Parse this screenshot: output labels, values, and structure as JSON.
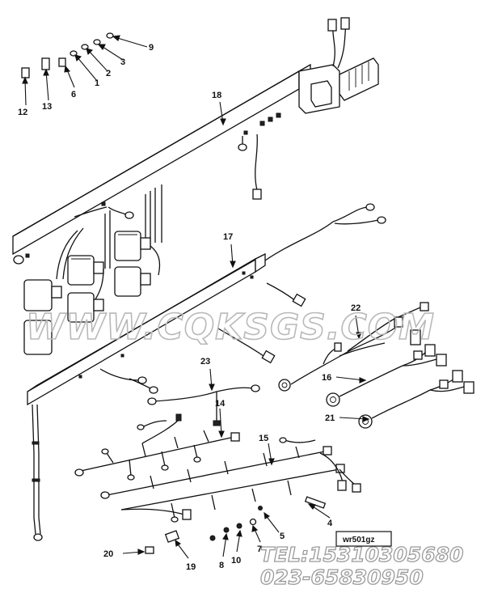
{
  "diagram": {
    "callouts": [
      {
        "id": "c1",
        "label": "1"
      },
      {
        "id": "c2",
        "label": "2"
      },
      {
        "id": "c3",
        "label": "3"
      },
      {
        "id": "c4",
        "label": "4"
      },
      {
        "id": "c5",
        "label": "5"
      },
      {
        "id": "c6",
        "label": "6"
      },
      {
        "id": "c7",
        "label": "7"
      },
      {
        "id": "c8",
        "label": "8"
      },
      {
        "id": "c9",
        "label": "9"
      },
      {
        "id": "c10",
        "label": "10"
      },
      {
        "id": "c12",
        "label": "12"
      },
      {
        "id": "c13",
        "label": "13"
      },
      {
        "id": "c14",
        "label": "14"
      },
      {
        "id": "c15",
        "label": "15"
      },
      {
        "id": "c16",
        "label": "16"
      },
      {
        "id": "c17",
        "label": "17"
      },
      {
        "id": "c18",
        "label": "18"
      },
      {
        "id": "c19",
        "label": "19"
      },
      {
        "id": "c20",
        "label": "20"
      },
      {
        "id": "c21",
        "label": "21"
      },
      {
        "id": "c22",
        "label": "22"
      },
      {
        "id": "c23",
        "label": "23"
      }
    ],
    "figure_tag": "wr501gz",
    "watermark": "WWW.CQKSGS.COM",
    "contact_lines": [
      "TEL:15310305680",
      "023-65830950"
    ]
  }
}
